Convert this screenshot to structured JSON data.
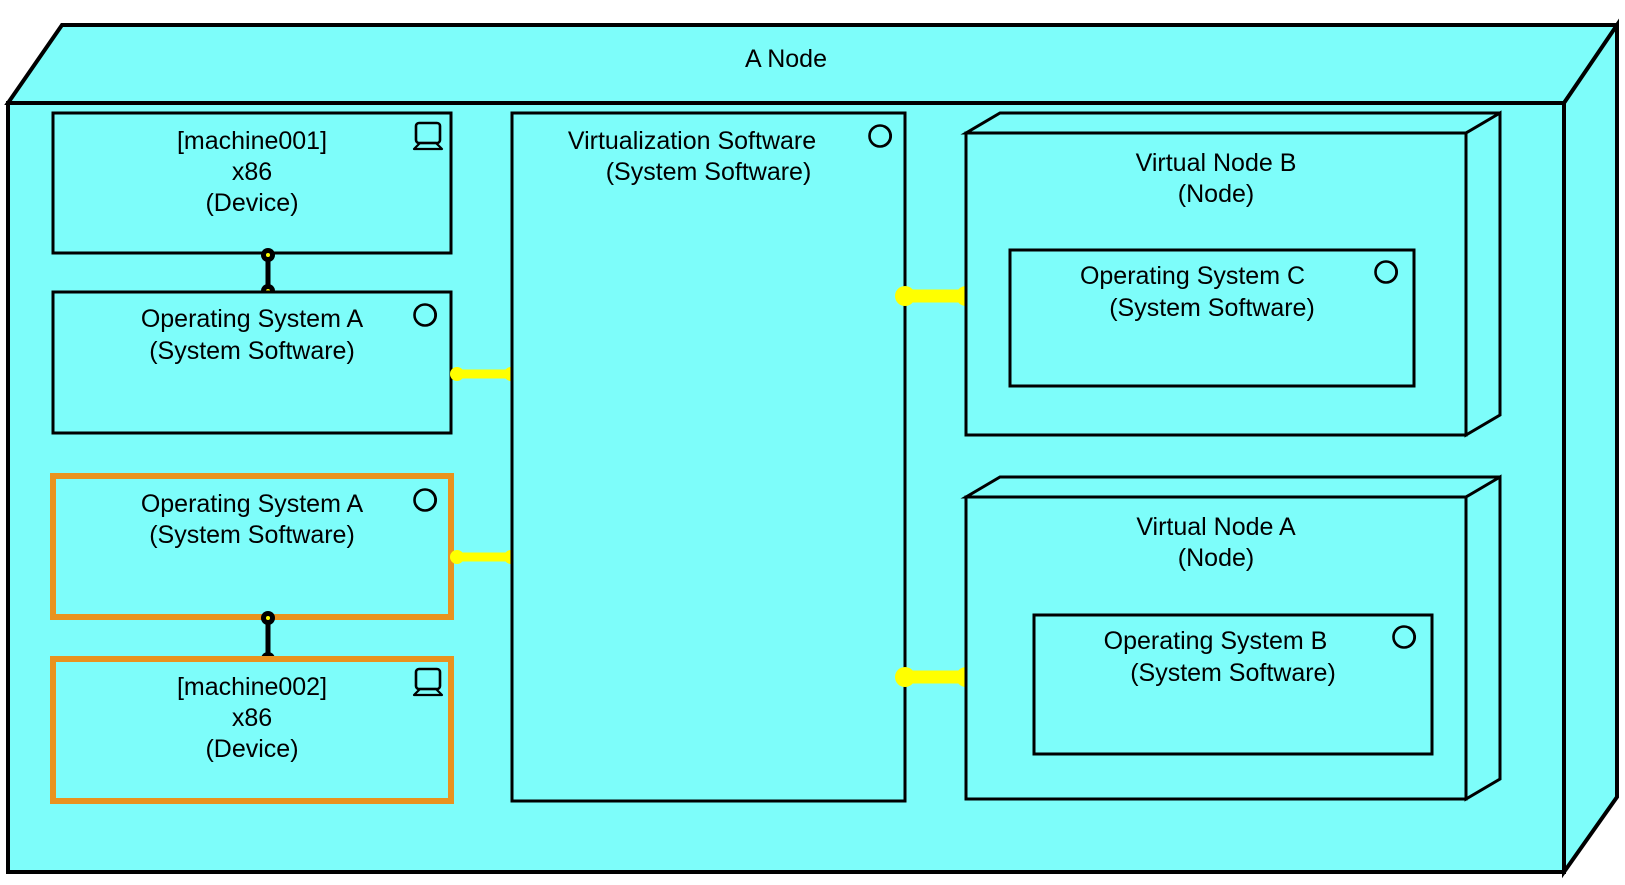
{
  "diagram": {
    "type": "uml-deployment-diagram",
    "background_color": "#7DFDFA",
    "line_color": "#000000",
    "highlight_color": "#E8921E",
    "connector_color": "#FFFF00",
    "outer_node": {
      "title": "A Node",
      "stereotype_icon": "node-3d-icon"
    }
  },
  "elements": {
    "machine001": {
      "name": "[machine001]",
      "spec": "x86",
      "type": "(Device)",
      "icon": "device-monitor-icon",
      "highlighted": false
    },
    "os_a_top": {
      "name": "Operating System A",
      "type": "(System Software)",
      "icon": "system-software-icon",
      "highlighted": false
    },
    "os_a_bottom": {
      "name": "Operating System A",
      "type": "(System Software)",
      "icon": "system-software-icon",
      "highlighted": true
    },
    "machine002": {
      "name": "[machine002]",
      "spec": "x86",
      "type": "(Device)",
      "icon": "device-monitor-icon",
      "highlighted": true
    },
    "virtualization_software": {
      "name": "Virtualization Software",
      "type": "(System Software)",
      "icon": "system-software-icon",
      "highlighted": false
    },
    "virtual_node_b": {
      "name": "Virtual Node B",
      "type": "(Node)",
      "icon": "node-3d-icon",
      "highlighted": false
    },
    "os_c": {
      "name": "Operating System C",
      "type": "(System Software)",
      "icon": "system-software-icon",
      "highlighted": false
    },
    "virtual_node_a": {
      "name": "Virtual Node A",
      "type": "(Node)",
      "icon": "node-3d-icon",
      "highlighted": false
    },
    "os_b": {
      "name": "Operating System B",
      "type": "(System Software)",
      "icon": "system-software-icon",
      "highlighted": false
    }
  },
  "connectors": [
    {
      "id": "conn-machine001-osa",
      "kind": "deployment-link",
      "from": "machine001",
      "to": "os_a_top"
    },
    {
      "id": "conn-osa-virtualization",
      "kind": "assembly-connector",
      "from": "os_a_top",
      "to": "virtualization_software"
    },
    {
      "id": "conn-osa2-virtualization",
      "kind": "assembly-connector",
      "from": "os_a_bottom",
      "to": "virtualization_software"
    },
    {
      "id": "conn-osa2-machine002",
      "kind": "deployment-link",
      "from": "os_a_bottom",
      "to": "machine002"
    },
    {
      "id": "conn-virt-vnodeb",
      "kind": "assembly-connector",
      "from": "virtualization_software",
      "to": "virtual_node_b"
    },
    {
      "id": "conn-virt-vnodea",
      "kind": "assembly-connector",
      "from": "virtualization_software",
      "to": "virtual_node_a"
    }
  ]
}
